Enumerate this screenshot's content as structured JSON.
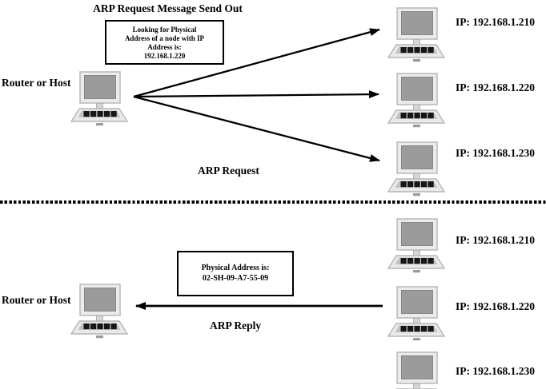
{
  "diagram": {
    "top": {
      "title": "ARP Request Message Send Out",
      "sender_label": "Router or Host",
      "message_box_lines": [
        "Looking for Physical",
        "Address of a node with IP",
        "Address is:",
        "192.168.1.220"
      ],
      "arrow_label": "ARP Request",
      "hosts": [
        {
          "ip": "IP: 192.168.1.210"
        },
        {
          "ip": "IP: 192.168.1.220"
        },
        {
          "ip": "IP: 192.168.1.230"
        }
      ]
    },
    "bottom": {
      "sender_label": "Router or Host",
      "message_box_lines": [
        "Physical Address is:",
        "02-SH-09-A7-55-09"
      ],
      "arrow_label": "ARP Reply",
      "hosts": [
        {
          "ip": "IP: 192.168.1.210"
        },
        {
          "ip": "IP: 192.168.1.220"
        },
        {
          "ip": "IP: 192.168.1.230"
        }
      ]
    },
    "colors": {
      "arrow": "#000000",
      "box_border": "#000000",
      "text": "#000000",
      "screen_gray": "#9b9b9b",
      "case_gray": "#ebebeb"
    }
  }
}
